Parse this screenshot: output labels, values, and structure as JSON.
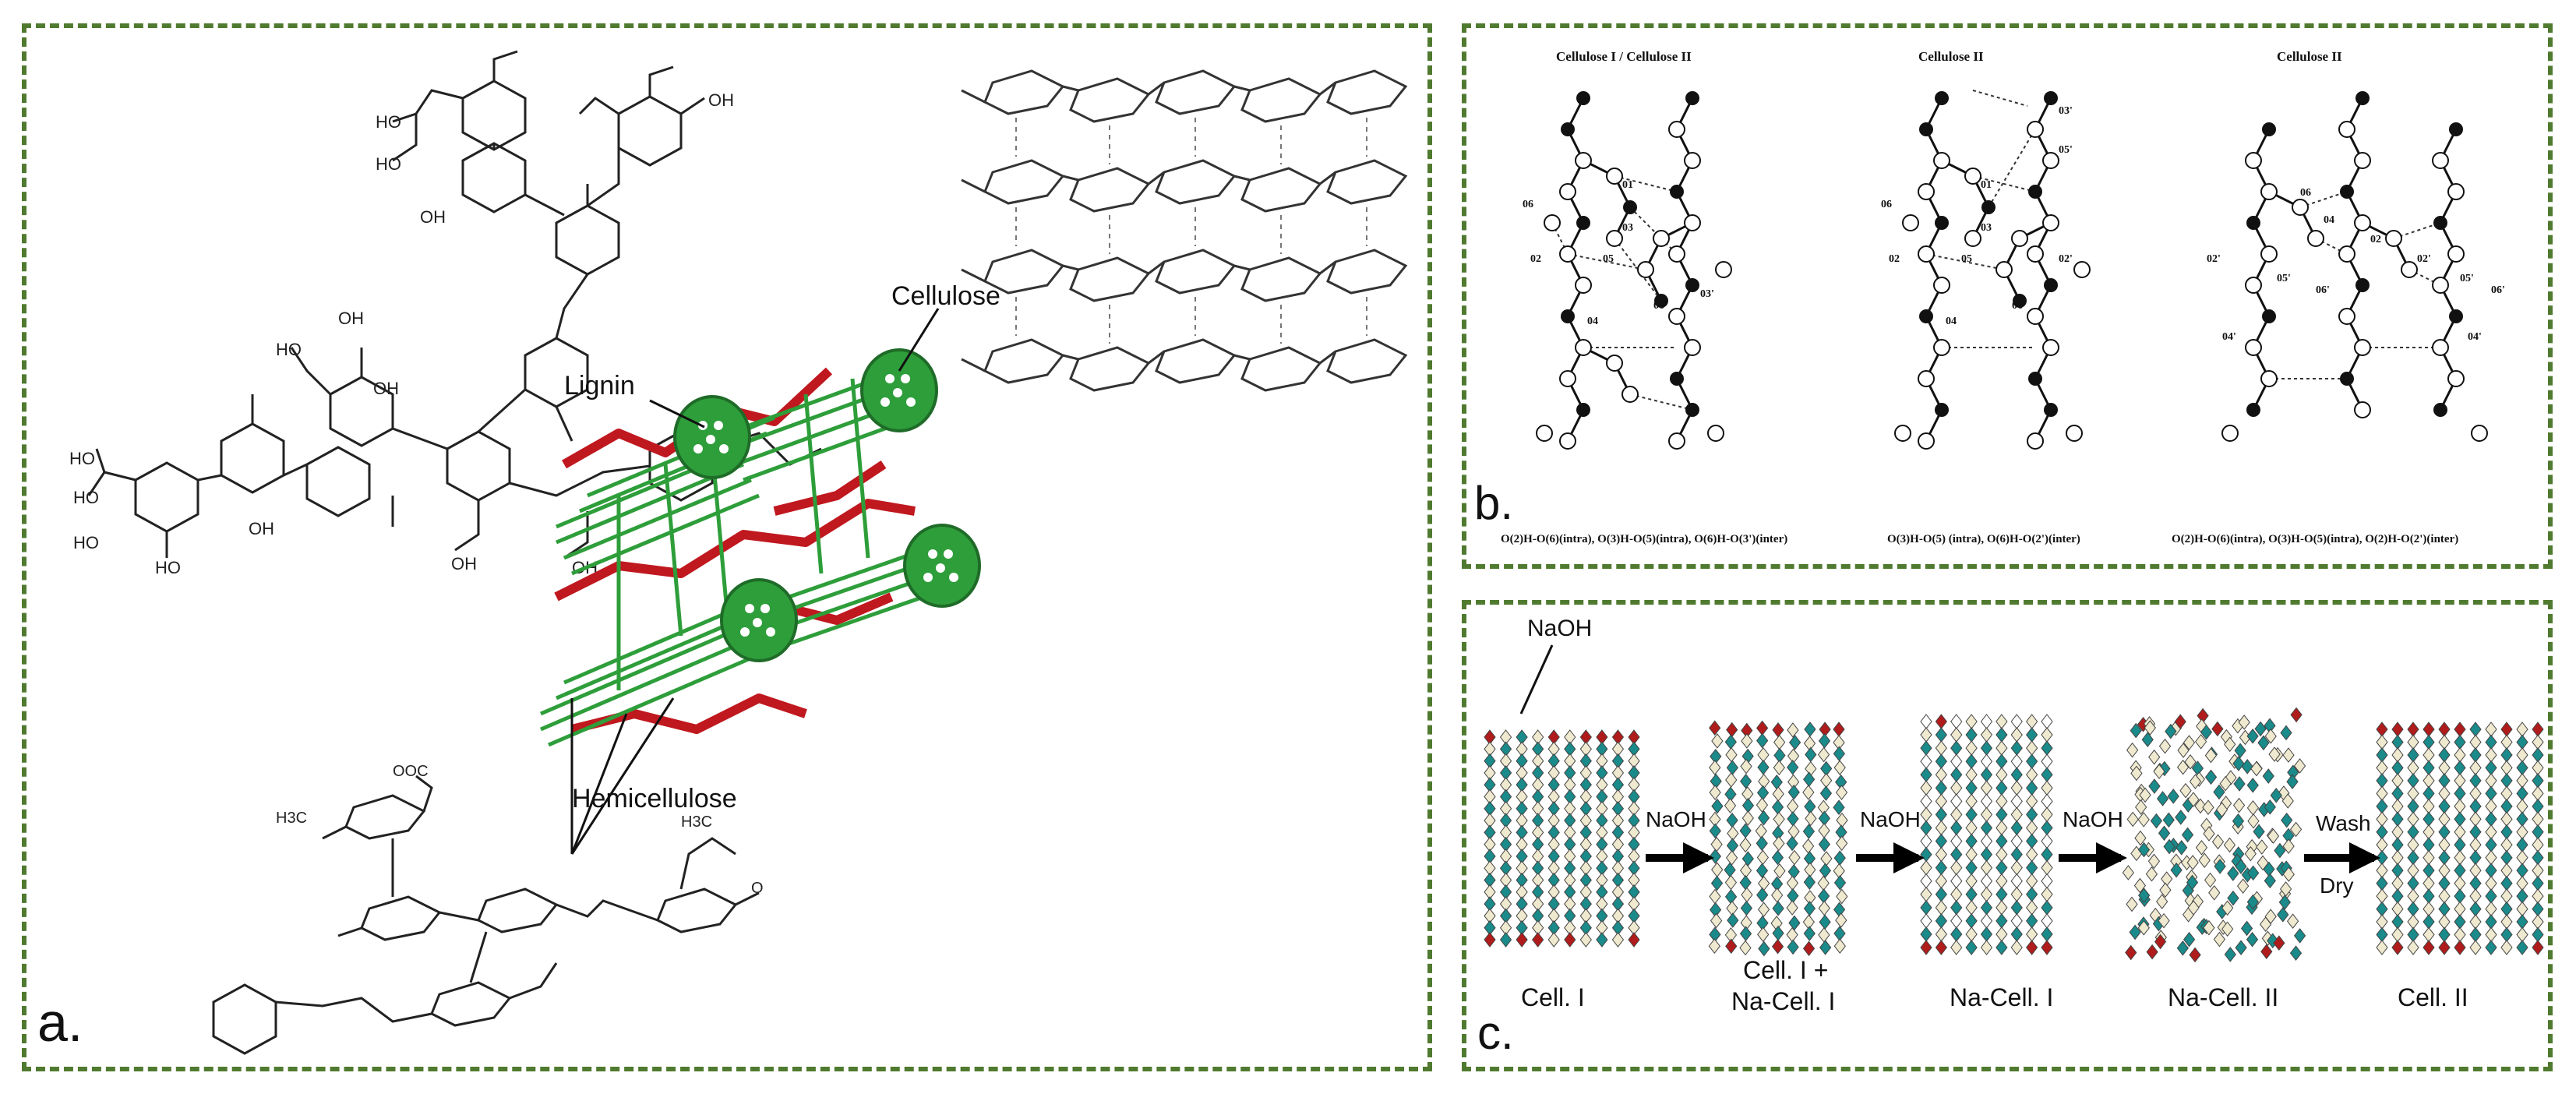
{
  "colors": {
    "frame": "#4f7a2f",
    "fibril_green": "#2e9e3a",
    "lignin_red": "#c0181f",
    "teal": "#1a8a8a",
    "red_unit": "#b01b1b"
  },
  "panel_a": {
    "letter": "a.",
    "label_lignin": "Lignin",
    "label_cellulose": "Cellulose",
    "label_hemicellulose": "Hemicellulose",
    "lignin_groups": [
      "HO",
      "HO",
      "OH",
      "OH",
      "OH",
      "HO",
      "OH",
      "HO",
      "HO",
      "HO",
      "OH",
      "HO",
      "OH",
      "OH"
    ],
    "hemi_labels": [
      "OOC",
      "H3C",
      "H3C",
      "O"
    ]
  },
  "panel_b": {
    "letter": "b.",
    "titles": [
      "Cellulose I / Cellulose II",
      "Cellulose II",
      "Cellulose II"
    ],
    "captions": [
      "O(2)H-O(6)(intra), O(3)H-O(5)(intra), O(6)H-O(3')(inter)",
      "O(3)H-O(5) (intra), O(6)H-O(2')(inter)",
      "O(2)H-O(6)(intra), O(3)H-O(5)(intra), O(2)H-O(2')(inter)"
    ],
    "atom_labels_1": [
      "01",
      "06",
      "03",
      "02",
      "05",
      "04",
      "06",
      "03'"
    ],
    "atom_labels_2": [
      "01",
      "06",
      "03",
      "02",
      "05",
      "04",
      "06",
      "03'",
      "05'",
      "02'"
    ],
    "atom_labels_3": [
      "06",
      "04",
      "02",
      "02'",
      "05'",
      "06'",
      "04'",
      "02'",
      "05'",
      "06'",
      "04'"
    ]
  },
  "panel_c": {
    "letter": "c.",
    "naoh_pointer": "NaOH",
    "arrows": [
      "NaOH",
      "NaOH",
      "NaOH",
      "Wash"
    ],
    "arrow_sub": "Dry",
    "stage_labels": [
      "Cell. I",
      "Cell. I +",
      "Na-Cell. I",
      "Na-Cell. I",
      "Na-Cell. II",
      "Cell. II"
    ]
  }
}
